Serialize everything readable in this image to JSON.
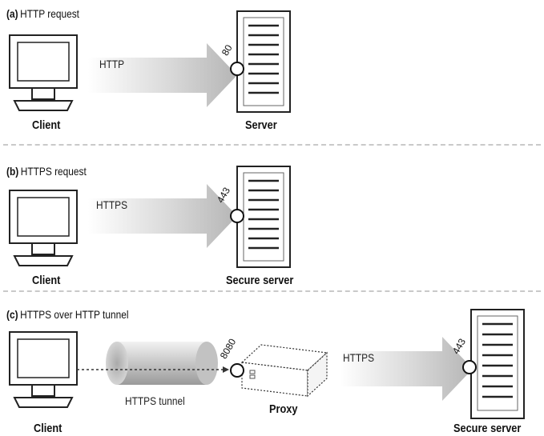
{
  "panels": {
    "a": {
      "letter": "(a)",
      "caption": "HTTP request",
      "protocol": "HTTP",
      "port": "80",
      "client_label": "Client",
      "server_label": "Server"
    },
    "b": {
      "letter": "(b)",
      "caption": "HTTPS request",
      "protocol": "HTTPS",
      "port": "443",
      "client_label": "Client",
      "server_label": "Secure server"
    },
    "c": {
      "letter": "(c)",
      "caption": "HTTPS over HTTP tunnel",
      "tunnel_label": "HTTPS tunnel",
      "proxy_port": "8080",
      "proxy_label": "Proxy",
      "protocol": "HTTPS",
      "port": "443",
      "client_label": "Client",
      "server_label": "Secure server"
    }
  },
  "colors": {
    "outline": "#222222",
    "arrow_start": "#ffffff",
    "arrow_end": "#bdbdbd",
    "divider": "#c9c9c9"
  }
}
